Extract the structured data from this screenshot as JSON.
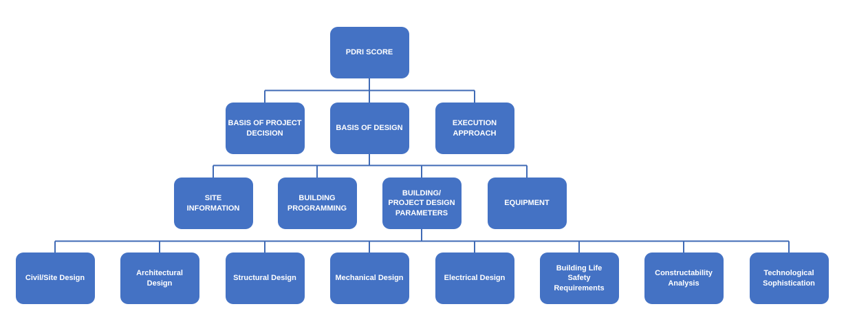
{
  "diagram": {
    "type": "hierarchy",
    "colors": {
      "box_fill": "#4472C4",
      "box_text": "#FFFFFF",
      "connector": "#3F6AB5",
      "background": "#FFFFFF"
    },
    "levels": {
      "root": {
        "label": "PDRI SCORE"
      },
      "level2": [
        {
          "label": "BASIS OF PROJECT\nDECISION"
        },
        {
          "label": "BASIS OF DESIGN"
        },
        {
          "label": "EXECUTION\nAPPROACH"
        }
      ],
      "level3": [
        {
          "label": "SITE\nINFORMATION"
        },
        {
          "label": "BUILDING\nPROGRAMMING"
        },
        {
          "label": "BUILDING/\nPROJECT DESIGN\nPARAMETERS"
        },
        {
          "label": "EQUIPMENT"
        }
      ],
      "level4": [
        {
          "label": "Civil/Site Design"
        },
        {
          "label": "Architectural\nDesign"
        },
        {
          "label": "Structural Design"
        },
        {
          "label": "Mechanical Design"
        },
        {
          "label": "Electrical Design"
        },
        {
          "label": "Building Life\nSafety\nRequirements"
        },
        {
          "label": "Constructability\nAnalysis"
        },
        {
          "label": "Technological\nSophistication"
        }
      ]
    }
  }
}
